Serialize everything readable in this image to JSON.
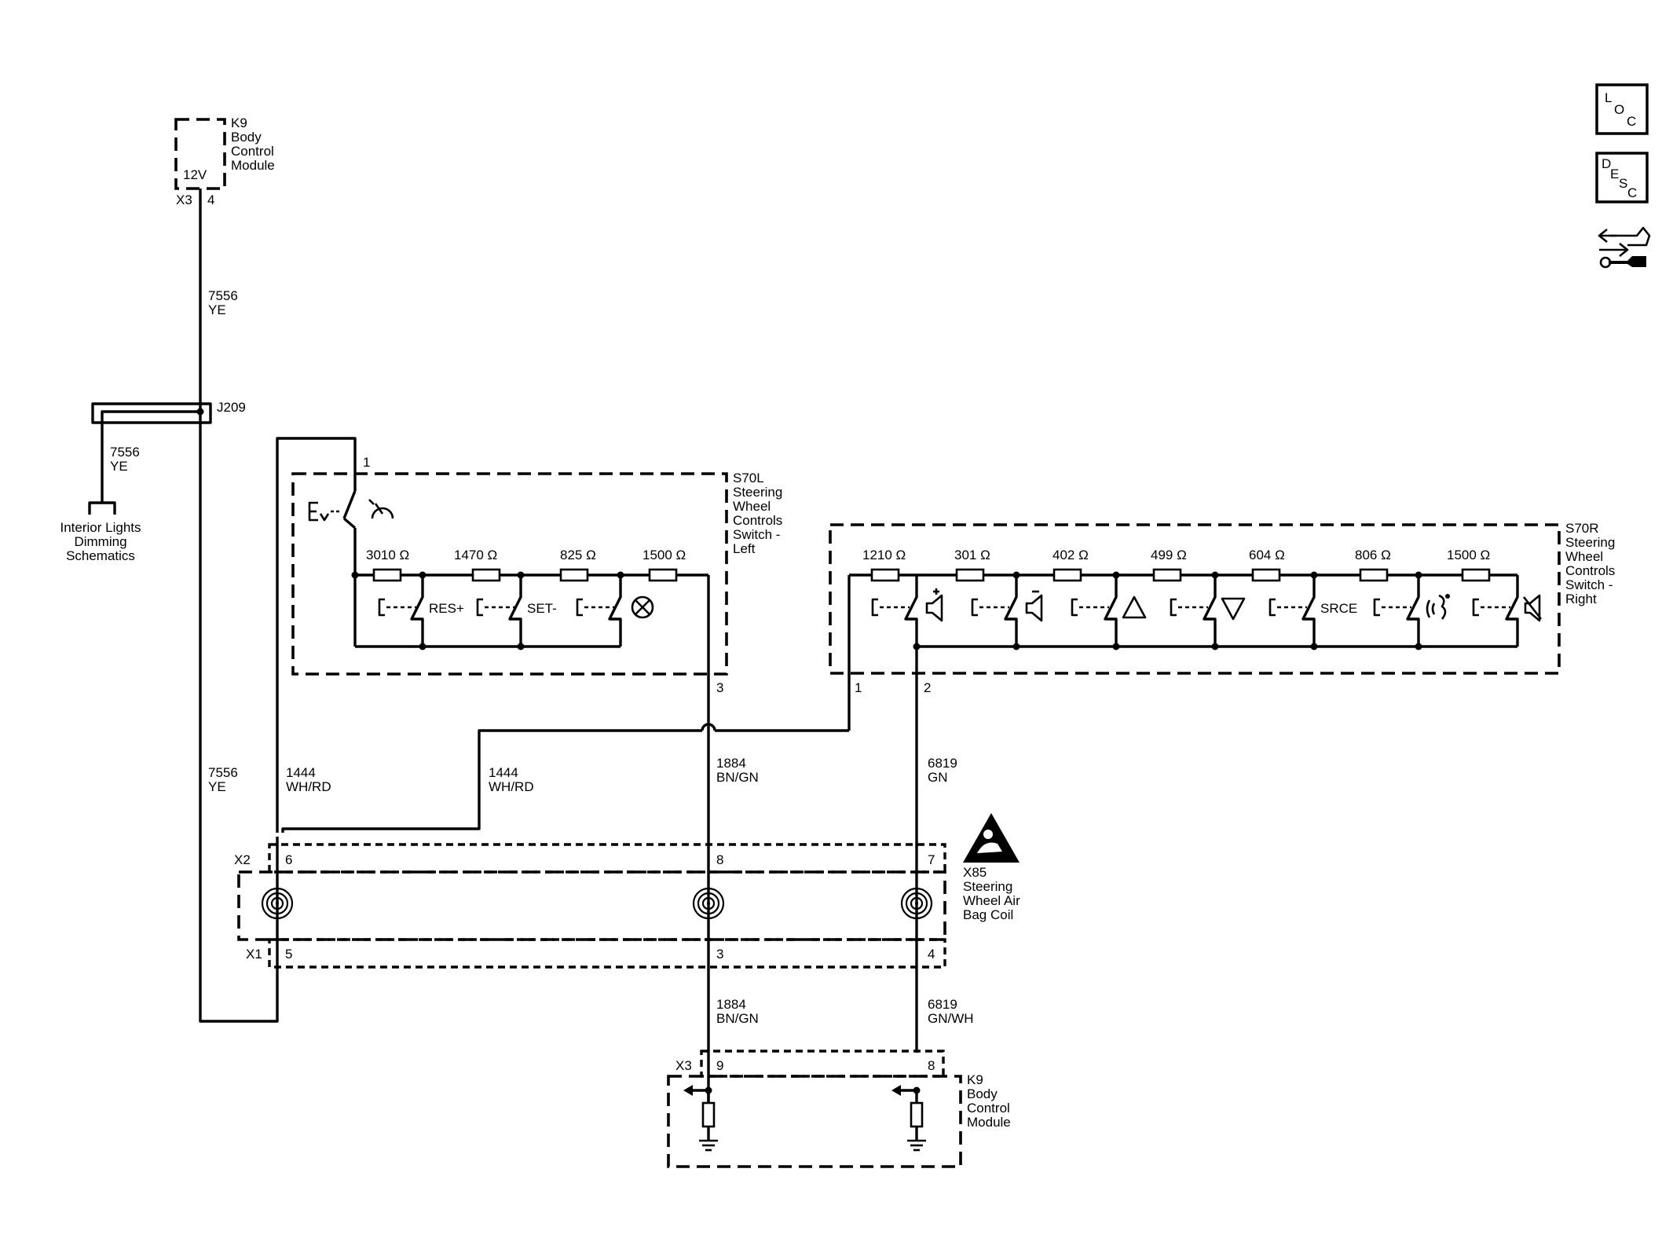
{
  "k9_top": {
    "name": "K9",
    "desc": [
      "Body",
      "Control",
      "Module"
    ],
    "voltage": "12V",
    "connector": "X3",
    "pin": "4"
  },
  "wire_7556_top": {
    "circuit": "7556",
    "color": "YE"
  },
  "splice": {
    "name": "J209"
  },
  "wire_7556_branch": {
    "circuit": "7556",
    "color": "YE"
  },
  "interior_ref": [
    "Interior Lights",
    "Dimming",
    "Schematics"
  ],
  "s70l": {
    "name": "S70L",
    "desc": [
      "Steering",
      "Wheel",
      "Controls",
      "Switch -",
      "Left"
    ],
    "pin_top": "1",
    "pin_bottom": "3",
    "resistors": [
      "3010 Ω",
      "1470 Ω",
      "825 Ω",
      "1500 Ω"
    ],
    "labels": [
      "RES+",
      "SET-"
    ],
    "icons": [
      "ev-icon",
      "cruise-speedometer-icon",
      "cancel-icon"
    ]
  },
  "s70r": {
    "name": "S70R",
    "desc": [
      "Steering",
      "Wheel",
      "Controls",
      "Switch -",
      "Right"
    ],
    "pin_left": "1",
    "pin_right": "2",
    "resistors": [
      "1210 Ω",
      "301 Ω",
      "402 Ω",
      "499 Ω",
      "604 Ω",
      "806 Ω",
      "1500 Ω"
    ],
    "labels": [
      "SRCE"
    ],
    "icons": [
      "volume-up-icon",
      "volume-down-icon",
      "up-arrow-icon",
      "down-arrow-icon",
      "voice-command-icon",
      "mute-icon"
    ]
  },
  "wires": {
    "w7556_left": {
      "circuit": "7556",
      "color": "YE"
    },
    "w1444_a": {
      "circuit": "1444",
      "color": "WH/RD"
    },
    "w1444_b": {
      "circuit": "1444",
      "color": "WH/RD"
    },
    "w1884_top": {
      "circuit": "1884",
      "color": "BN/GN"
    },
    "w6819_top": {
      "circuit": "6819",
      "color": "GN"
    },
    "w1884_bot": {
      "circuit": "1884",
      "color": "BN/GN"
    },
    "w6819_bot": {
      "circuit": "6819",
      "color": "GN/WH"
    }
  },
  "x85": {
    "name": "X85",
    "desc": [
      "Steering",
      "Wheel Air",
      "Bag Coil"
    ],
    "x2": {
      "connector": "X2",
      "pins": [
        "6",
        "8",
        "7"
      ]
    },
    "x1": {
      "connector": "X1",
      "pins": [
        "5",
        "3",
        "4"
      ]
    }
  },
  "k9_bottom": {
    "name": "K9",
    "desc": [
      "Body",
      "Control",
      "Module"
    ],
    "connector": "X3",
    "pins": [
      "9",
      "8"
    ]
  },
  "nav": {
    "loc": [
      "L",
      "O",
      "C"
    ],
    "desc": [
      "D",
      "E",
      "S",
      "C"
    ]
  }
}
